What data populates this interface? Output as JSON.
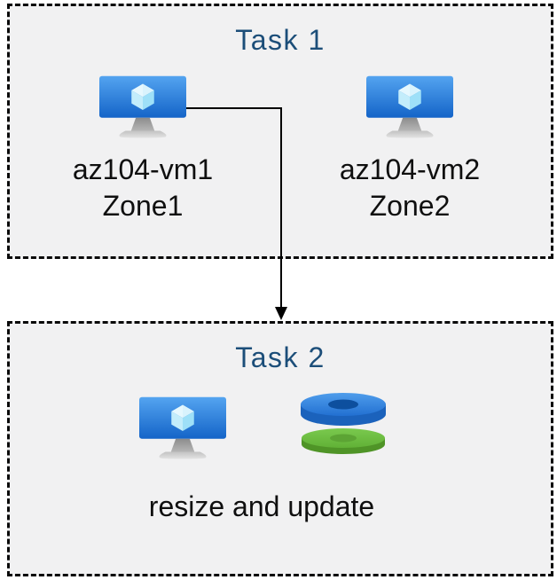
{
  "diagram": {
    "type": "azure-lab-task-flow",
    "background": "#ffffff",
    "box_fill": "#f1f1f2",
    "box_border_color": "#0a0a0a",
    "box_border_style": "dashed"
  },
  "task1": {
    "title": "Task 1",
    "vms": [
      {
        "name": "az104-vm1",
        "zone": "Zone1",
        "icon": "virtual-machine-icon"
      },
      {
        "name": "az104-vm2",
        "zone": "Zone2",
        "icon": "virtual-machine-icon"
      }
    ]
  },
  "task2": {
    "title": "Task 2",
    "caption": "resize and update",
    "icons": [
      "virtual-machine-icon",
      "disks-stack-icon"
    ]
  },
  "connector": {
    "description": "elbow arrow from az104-vm1 down into Task 2 box",
    "from": "az104-vm1",
    "to": "Task 2",
    "color": "#000000"
  },
  "colors": {
    "title_text": "#1c4e79",
    "label_text": "#0f0f0f",
    "vm_screen_top": "#4fa0ec",
    "vm_screen_bottom": "#1464c8",
    "vm_cube_top": "#e6f8fe",
    "vm_cube_left": "#c3edfb",
    "vm_cube_right": "#9ee0f8",
    "vm_stand_gray": "#a8a8a8",
    "disk_blue_face": "#2e80db",
    "disk_blue_side": "#1b62bc",
    "disk_blue_hole": "#0d4f9e",
    "disk_green_face": "#6dbf45",
    "disk_green_side": "#4f9427",
    "disk_green_hole": "#5ca434",
    "arrow": "#000000"
  },
  "icons": {
    "virtual_machine": "monitor with isometric cube (Azure VM)",
    "disks_stack": "blue disk over green disk (Azure managed disks)",
    "arrow": "down-arrow-connector"
  }
}
